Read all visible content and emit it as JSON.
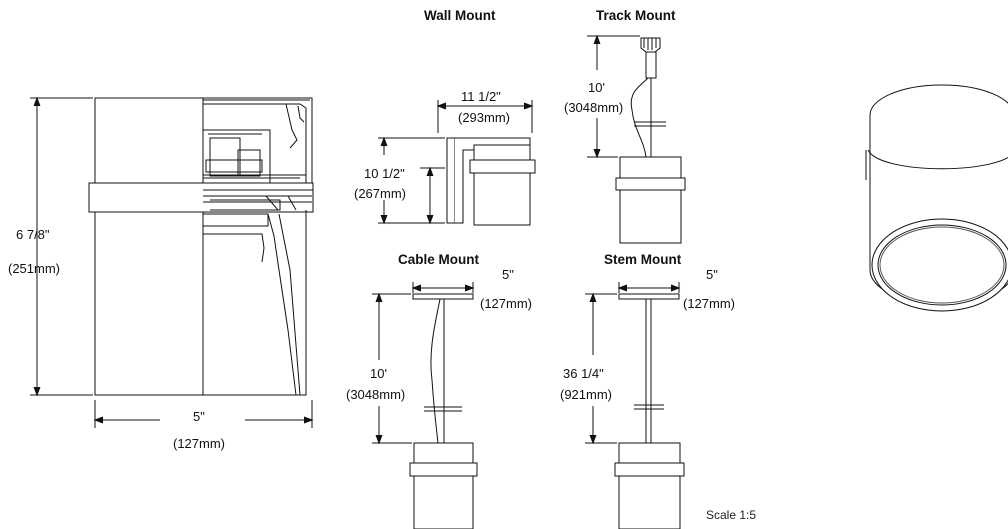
{
  "main_view": {
    "height_in": "6 7/8\"",
    "height_mm": "(251mm)",
    "width_in": "5\"",
    "width_mm": "(127mm)"
  },
  "wall_mount": {
    "title": "Wall Mount",
    "projection_in": "11 1/2\"",
    "projection_mm": "(293mm)",
    "height_in": "10 1/2\"",
    "height_mm": "(267mm)"
  },
  "track_mount": {
    "title": "Track Mount",
    "length_ft": "10'",
    "length_mm": "(3048mm)"
  },
  "cable_mount": {
    "title": "Cable Mount",
    "canopy_in": "5\"",
    "canopy_mm": "(127mm)",
    "length_ft": "10'",
    "length_mm": "(3048mm)"
  },
  "stem_mount": {
    "title": "Stem Mount",
    "canopy_in": "5\"",
    "canopy_mm": "(127mm)",
    "length_in": "36 1/4\"",
    "length_mm": "(921mm)"
  },
  "scale": "Scale 1:5"
}
